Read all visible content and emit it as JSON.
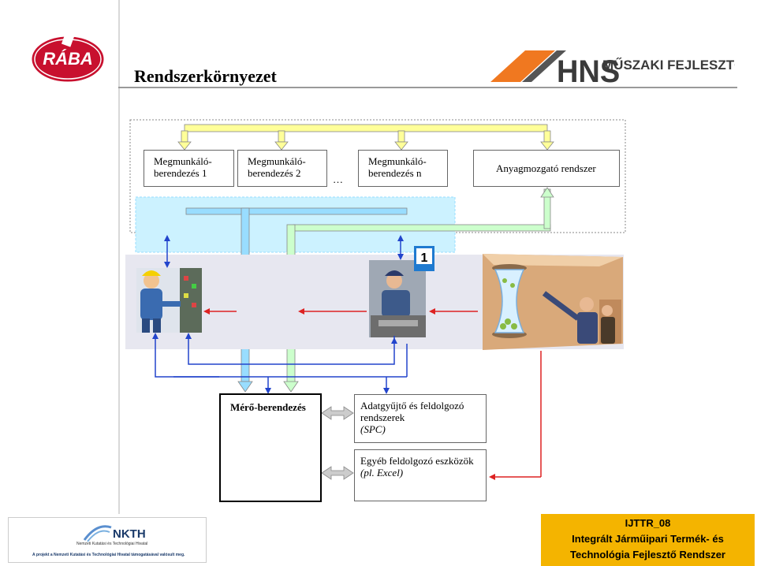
{
  "header": {
    "title": "Rendszerkörnyezet",
    "logo_left_text": "RÁBA",
    "logo_right_hns": "HNS",
    "logo_right_text": "MŰSZAKI FEJLESZTŐ KFT."
  },
  "diagram": {
    "machine1_line1": "Megmunkáló-",
    "machine1_line2": "berendezés 1",
    "machine2_line1": "Megmunkáló-",
    "machine2_line2": "berendezés 2",
    "ellipsis": "…",
    "machineN_line1": "Megmunkáló-",
    "machineN_line2": "berendezés n",
    "material_handling": "Anyagmozgató rendszer",
    "measuring_device": "Mérő-berendezés",
    "data_system_line1": "Adatgyűjtő és feldolgozó",
    "data_system_line2": "rendszerek",
    "data_system_line3": "(SPC)",
    "other_tools_line1": "Egyéb feldolgozó eszközök",
    "other_tools_line2": "(pl. Excel)",
    "phone_icon_text": "1"
  },
  "footer": {
    "nkth_logo": "NKTH",
    "nkth_sub": "Nemzeti Kutatási és Technológiai Hivatal",
    "nkth_note": "A projekt a Nemzeti Kutatási és Technológiai Hivatal támogatásával valósult meg.",
    "code": "IJTTR_08",
    "line1": "Integrált Járműipari Termék- és",
    "line2": "Technológia Fejlesztő Rendszer"
  },
  "colors": {
    "yellow_bus": "#ffff99",
    "blue_bus": "#99ddff",
    "green_bus": "#ccffcc",
    "arrow_blue": "#2244cc",
    "arrow_red": "#dd2222",
    "footer_bg": "#f4b400"
  }
}
